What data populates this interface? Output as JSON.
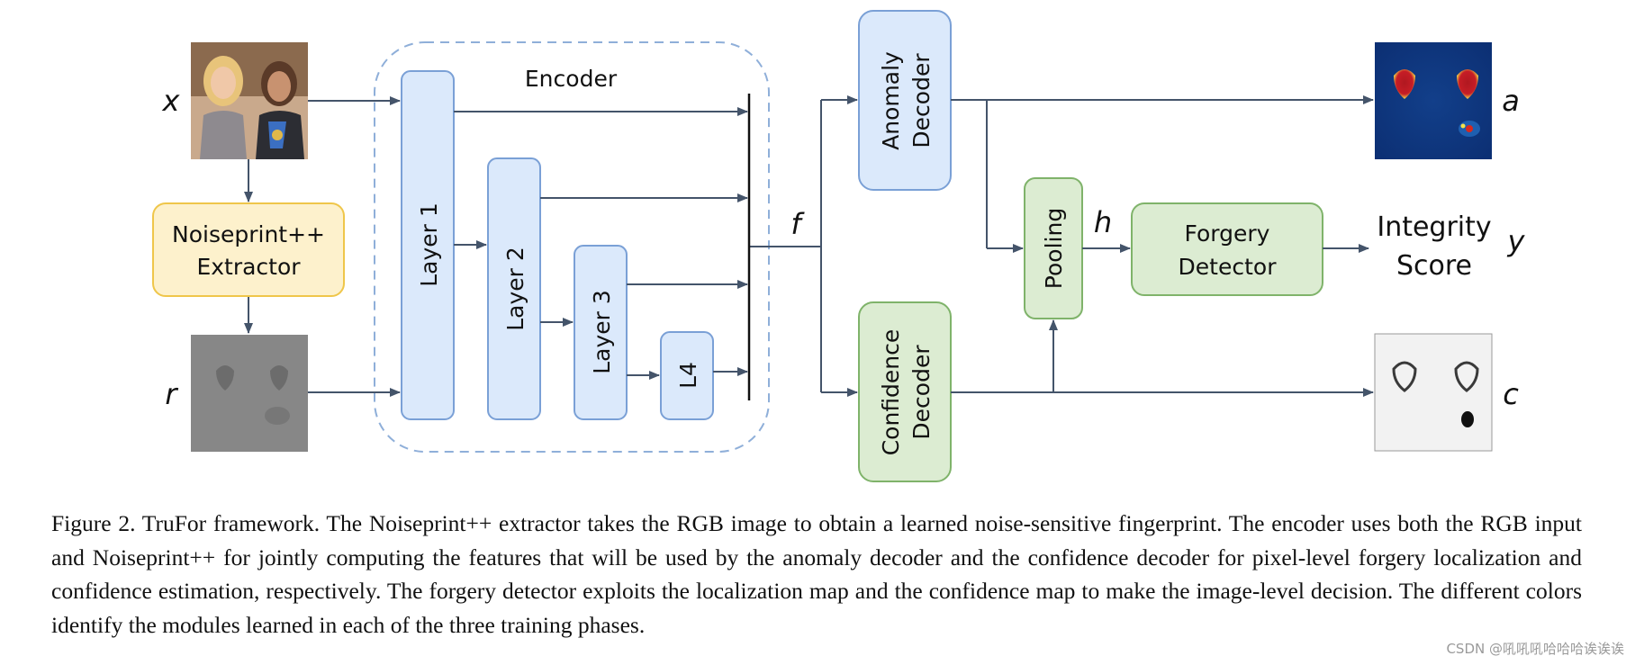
{
  "colors": {
    "blue_fill": "#dbe9fb",
    "blue_stroke": "#7aa0d6",
    "green_fill": "#dcecd2",
    "green_stroke": "#7fb36a",
    "yellow_fill": "#fdf1cc",
    "yellow_stroke": "#efc64a",
    "arrow": "#44546a",
    "dashed": "#8fafd9"
  },
  "labels": {
    "encoder": "Encoder",
    "noiseprint_line1": "Noiseprint++",
    "noiseprint_line2": "Extractor",
    "layer1": "Layer 1",
    "layer2": "Layer 2",
    "layer3": "Layer 3",
    "l4": "L4",
    "anomaly_line1": "Anomaly",
    "anomaly_line2": "Decoder",
    "confidence_line1": "Confidence",
    "confidence_line2": "Decoder",
    "pooling": "Pooling",
    "forgery_line1": "Forgery",
    "forgery_line2": "Detector",
    "integrity_line1": "Integrity",
    "integrity_line2": "Score"
  },
  "variables": {
    "x": "x",
    "r": "r",
    "f": "f",
    "h": "h",
    "a": "a",
    "c": "c",
    "y": "y"
  },
  "images": {
    "input": "rgb-input-photo",
    "noiseprint": "noiseprint-map",
    "anomaly_map": "anomaly-heatmap",
    "confidence_map": "confidence-map"
  },
  "caption": "Figure 2. TruFor framework. The Noiseprint++ extractor takes the RGB image to obtain a learned noise-sensitive fingerprint. The encoder uses both the RGB input and Noiseprint++ for jointly computing the features that will be used by the anomaly decoder and the confidence decoder for pixel-level forgery localization and confidence estimation, respectively. The forgery detector exploits the localization map and the confidence map to make the image-level decision. The different colors identify the modules learned in each of the three training phases.",
  "watermark": "CSDN @吼吼吼哈哈哈诶诶诶"
}
